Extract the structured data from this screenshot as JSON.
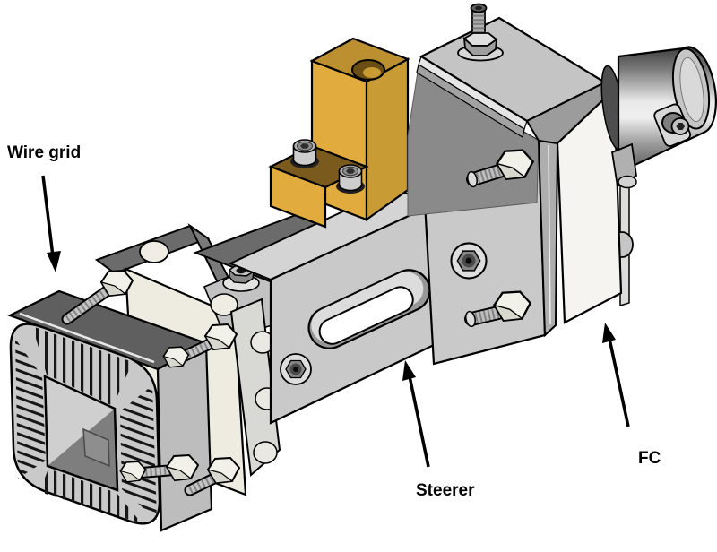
{
  "figure": {
    "type": "technical-assembly-illustration",
    "background": "#FFFFFF",
    "labels": {
      "wire_grid": "Wire grid",
      "steerer": "Steerer",
      "fc": "FC"
    },
    "colors": {
      "outline": "#000000",
      "metal_light": "#C9C9C9",
      "metal_mid": "#ADADAD",
      "metal_dark": "#6B6B6B",
      "metal_shadow": "#8A8A8A",
      "plate_cream": "#EEECE1",
      "face_white": "#F5F4F0",
      "brass_face": "#E1AC3D",
      "brass_top": "#BC9030",
      "brass_side": "#C89B34",
      "brass_step": "#7B5A1E",
      "bolt_silver": "#D6D6D6",
      "rail_top": "#D4D4D4",
      "slot_wall": "#979797"
    }
  }
}
